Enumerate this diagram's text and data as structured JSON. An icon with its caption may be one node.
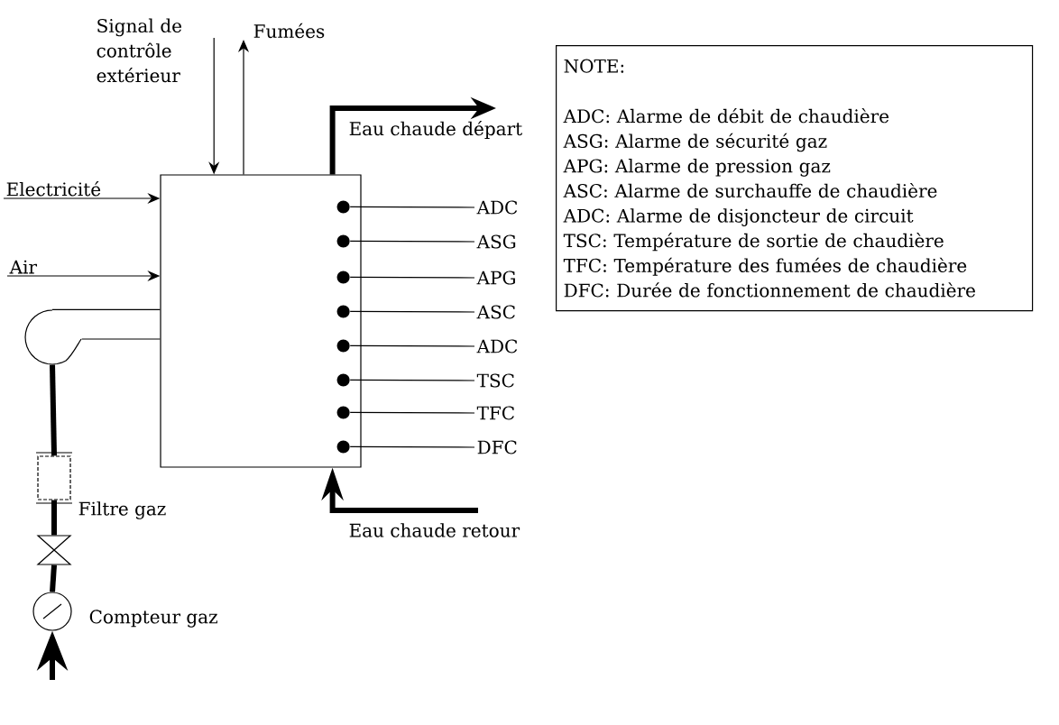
{
  "diagram": {
    "nodes": [
      {
        "text": [],
        "shape": "box"
      },
      {
        "text": [
          "Signal de contrôle extérieur"
        ]
      },
      {
        "text": [
          "Fumées"
        ]
      },
      {
        "text": [
          "Eau chaude départ"
        ]
      },
      {
        "text": [
          "Electricité"
        ]
      },
      {
        "text": [
          "Air"
        ]
      },
      {
        "text": [],
        "shape": "circle",
        "in": 0
      },
      {
        "text": [],
        "shape": "circle",
        "in": 0
      },
      {
        "text": [],
        "shape": "circle",
        "in": 0
      },
      {
        "text": [],
        "shape": "circle",
        "in": 0
      },
      {
        "text": [],
        "shape": "circle",
        "in": 0
      },
      {
        "text": [],
        "shape": "circle",
        "in": 0
      },
      {
        "text": [],
        "shape": "circle",
        "in": 0
      },
      {
        "text": [],
        "shape": "circle",
        "in": 0
      },
      {
        "text": [
          "ADC"
        ]
      },
      {
        "text": [
          "ASG"
        ]
      },
      {
        "text": [
          "APG"
        ]
      },
      {
        "text": [
          "ASC"
        ]
      },
      {
        "text": [
          "ADC"
        ]
      },
      {
        "text": [
          "TSC"
        ]
      },
      {
        "text": [
          "TFC"
        ]
      },
      {
        "text": [
          "DFC"
        ]
      },
      {
        "text": [],
        "shape": "picture"
      },
      {
        "text": [],
        "shape": "box",
        "beside": [
          "Filtre gaz"
        ]
      },
      {
        "text": [],
        "shape": "valve"
      },
      {
        "text": [],
        "shape": "circle",
        "beside": [
          "Compteur gaz"
        ]
      },
      {
        "text": [
          "Eau chaude retour"
        ]
      },
      {
        "text": [
          "NOTE:",
          "ADC: Alarme de débit de chaudière",
          "ASG: Alarme de sécurité gaz",
          "APG: Alarme de pression gaz",
          "ASC: Alarme de surchauffe de chaudière",
          "ADC: Alarme de disjoncteur de circuit",
          "TSC: Température de sortie de chaudière",
          "TFC: Température des fumées de chaudière",
          "DFC: Durée de fonctionnement de chaudière"
        ]
      }
    ],
    "edges": [
      {
        "from": 1,
        "to": 0,
        "arrow": "to"
      },
      {
        "from": 0,
        "to": 2,
        "arrow": "to"
      },
      {
        "from": 0,
        "to": 3,
        "arrow": "to",
        "style": "thick"
      },
      {
        "from": 4,
        "to": 0,
        "arrow": "to"
      },
      {
        "from": 5,
        "to": 0,
        "arrow": "to"
      },
      {
        "from": 6,
        "to": 14,
        "arrow": "none"
      },
      {
        "from": 7,
        "to": 15,
        "arrow": "none"
      },
      {
        "from": 8,
        "to": 16,
        "arrow": "none"
      },
      {
        "from": 9,
        "to": 17,
        "arrow": "none"
      },
      {
        "from": 10,
        "to": 18,
        "arrow": "none"
      },
      {
        "from": 11,
        "to": 19,
        "arrow": "none"
      },
      {
        "from": 12,
        "to": 20,
        "arrow": "none"
      },
      {
        "from": 13,
        "to": 21,
        "arrow": "none"
      },
      {
        "from": 22,
        "to": 0,
        "arrow": "none"
      },
      {
        "from": null,
        "to": 25,
        "arrow": "to",
        "style": "thick"
      },
      {
        "from": 25,
        "to": 24,
        "arrow": "none",
        "style": "thick"
      },
      {
        "from": 24,
        "to": 23,
        "arrow": "none",
        "style": "thick"
      },
      {
        "from": 23,
        "to": 22,
        "arrow": "none",
        "style": "thick"
      },
      {
        "from": 26,
        "to": 0,
        "arrow": "to",
        "style": "thick"
      }
    ]
  }
}
